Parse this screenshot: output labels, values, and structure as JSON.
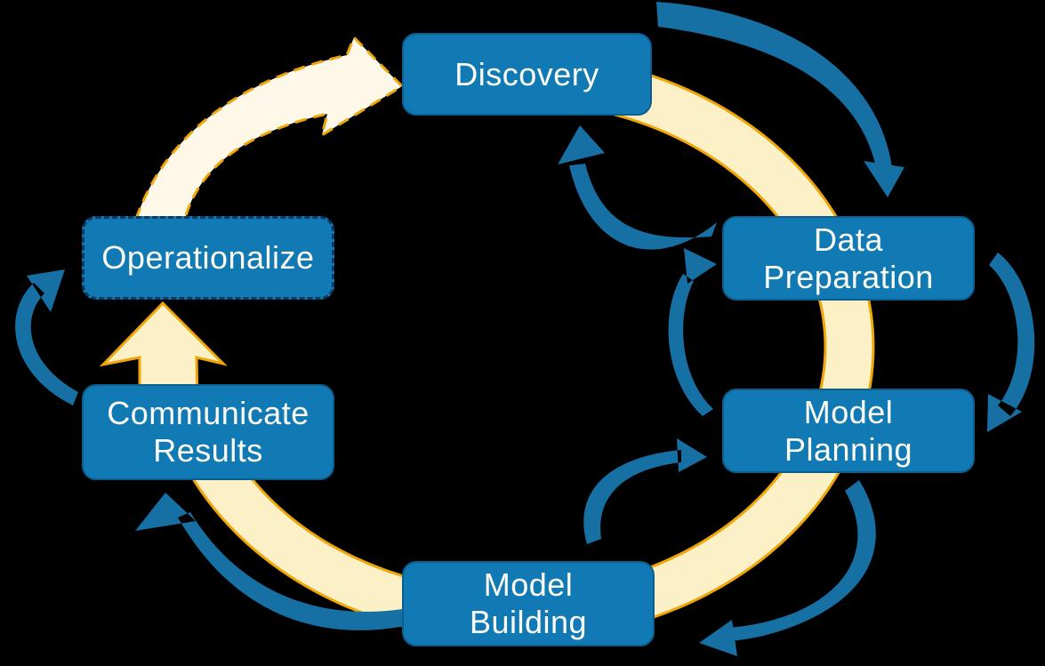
{
  "nodes": {
    "discovery": {
      "label": "Discovery"
    },
    "data_preparation": {
      "line1": "Data",
      "line2": "Preparation"
    },
    "model_planning": {
      "line1": "Model",
      "line2": "Planning"
    },
    "model_building": {
      "line1": "Model",
      "line2": "Building"
    },
    "communicate_results": {
      "line1": "Communicate",
      "line2": "Results"
    },
    "operationalize": {
      "label": "Operationalize"
    }
  },
  "flow": {
    "main_cycle": [
      "Discovery",
      "Data Preparation",
      "Model Planning",
      "Model Building",
      "Communicate Results",
      "Operationalize"
    ],
    "cream_arrows": [
      {
        "from": "Communicate Results",
        "to": "Operationalize",
        "style": "solid-block-arrow"
      },
      {
        "from": "Operationalize",
        "to": "Discovery",
        "style": "dashed-curved-arrow"
      }
    ],
    "iteration_arrows": [
      {
        "from": "Discovery",
        "to": "Data Preparation"
      },
      {
        "from": "Data Preparation",
        "to": "Discovery"
      },
      {
        "from": "Data Preparation",
        "to": "Model Planning"
      },
      {
        "from": "Model Planning",
        "to": "Data Preparation"
      },
      {
        "from": "Model Building",
        "to": "Model Planning"
      },
      {
        "from": "Model Planning",
        "to": "Model Building"
      },
      {
        "from": "Model Building",
        "to": "Communicate Results"
      },
      {
        "from": "Communicate Results",
        "to": "Operationalize"
      }
    ]
  },
  "colors": {
    "background": "#000000",
    "node_fill": "#117AB4",
    "node_border": "#0D5D8D",
    "node_text": "#FBFBF2",
    "operationalize_dashed_border": "#0C3A63",
    "arrow_blue": "#1770A4",
    "band_fill": "#FBF0C6",
    "band_border": "#EFA608",
    "ivory_fill": "#FDF8E8"
  }
}
